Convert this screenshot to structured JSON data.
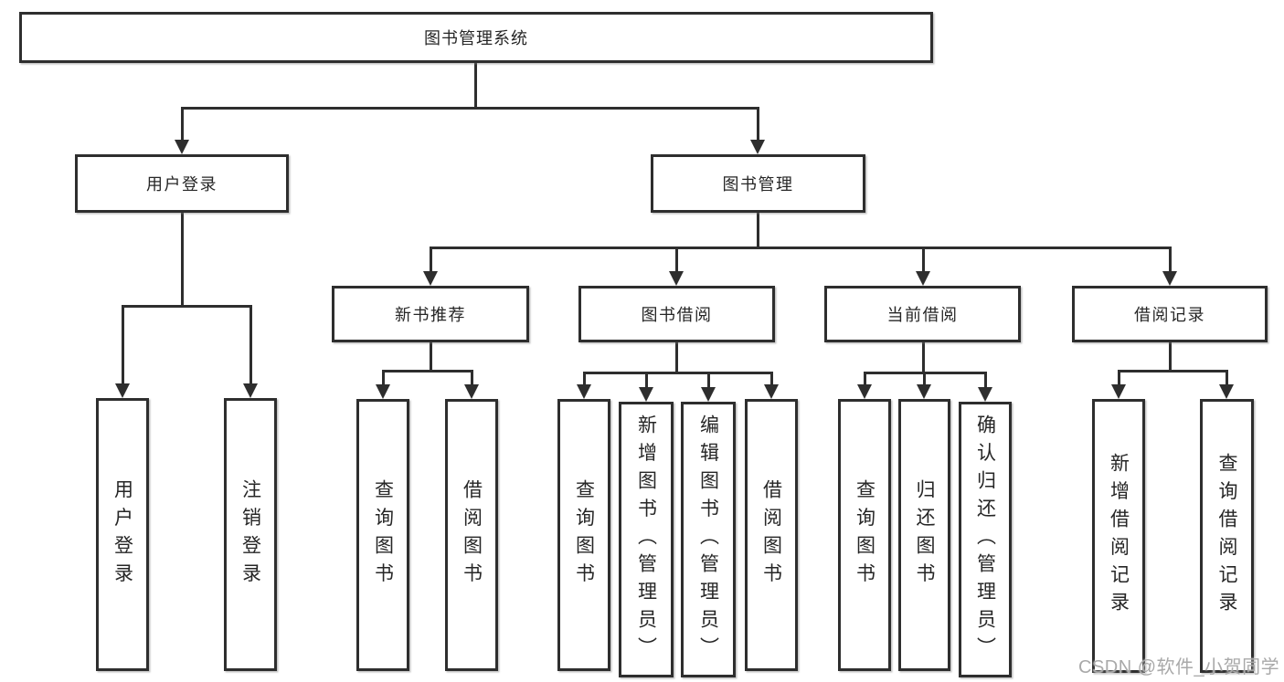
{
  "diagram": {
    "title": "图书管理系统",
    "level1": [
      {
        "label": "用户登录"
      },
      {
        "label": "图书管理"
      }
    ],
    "level2": [
      {
        "label": "新书推荐"
      },
      {
        "label": "图书借阅"
      },
      {
        "label": "当前借阅"
      },
      {
        "label": "借阅记录"
      }
    ],
    "leaves": {
      "user_login": [
        "用户登录",
        "注销登录"
      ],
      "new_books": [
        "查询图书",
        "借阅图书"
      ],
      "book_borrow": [
        "查询图书",
        "新增图书（管理员）",
        "编辑图书（管理员）",
        "借阅图书"
      ],
      "current_borrow": [
        "查询图书",
        "归还图书",
        "确认归还（管理员）"
      ],
      "borrow_records": [
        "新增借阅记录",
        "查询借阅记录"
      ]
    }
  },
  "watermark": "CSDN @软件_小贺同学",
  "colors": {
    "line": "#2e2e2e",
    "box_border": "#2e2e2e",
    "text": "#262626",
    "watermark": "#a9a9a9",
    "background": "#ffffff"
  }
}
